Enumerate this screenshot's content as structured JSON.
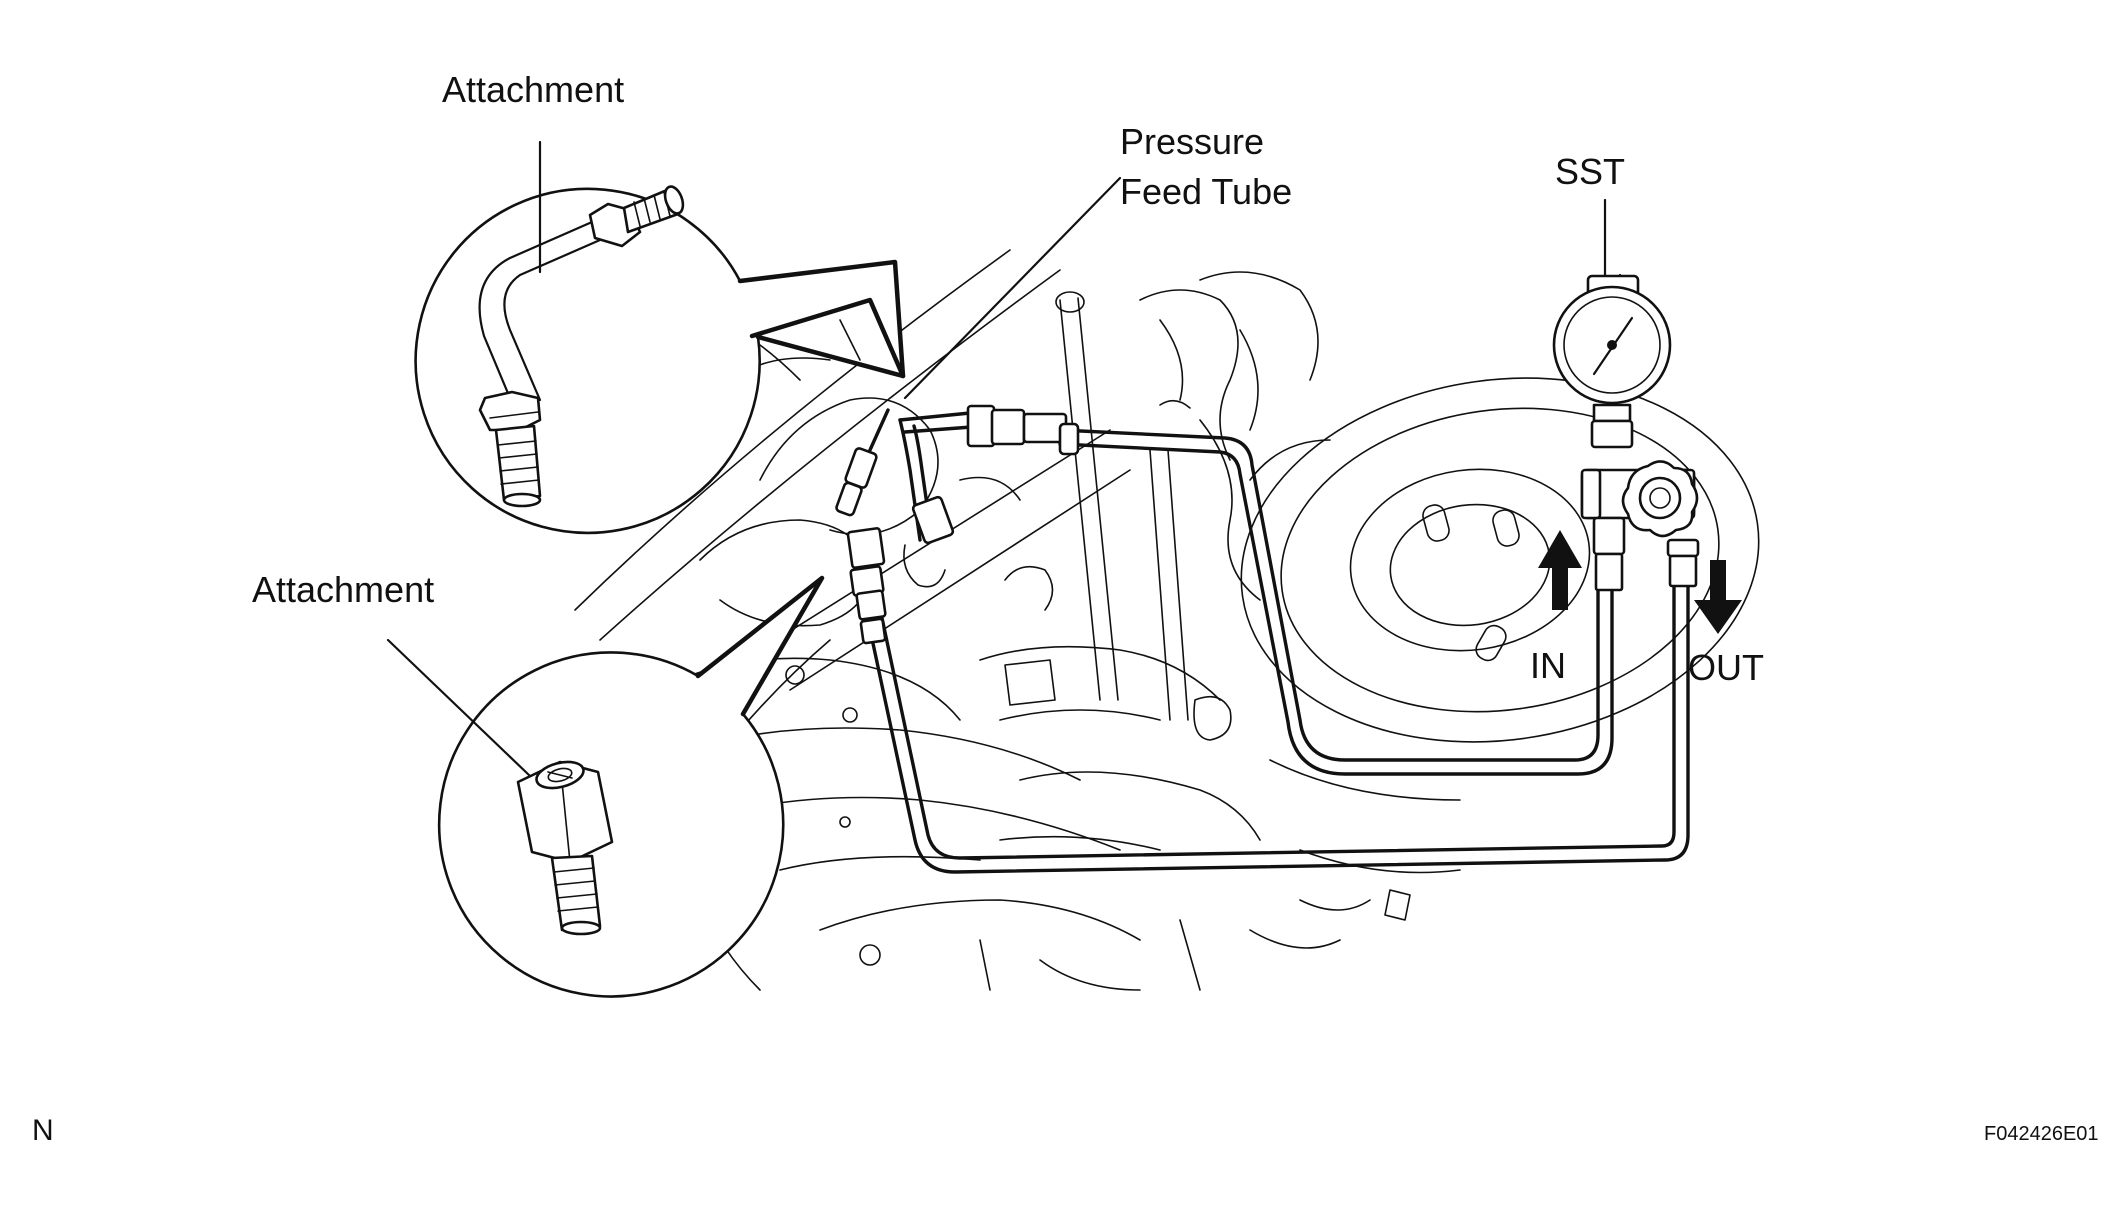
{
  "labels": {
    "attachment_top": "Attachment",
    "attachment_bottom": "Attachment",
    "pressure_line1": "Pressure",
    "pressure_line2": "Feed Tube",
    "sst": "SST",
    "in": "IN",
    "out": "OUT"
  },
  "footer": {
    "left_code": "N",
    "figure_id": "F042426E01"
  }
}
